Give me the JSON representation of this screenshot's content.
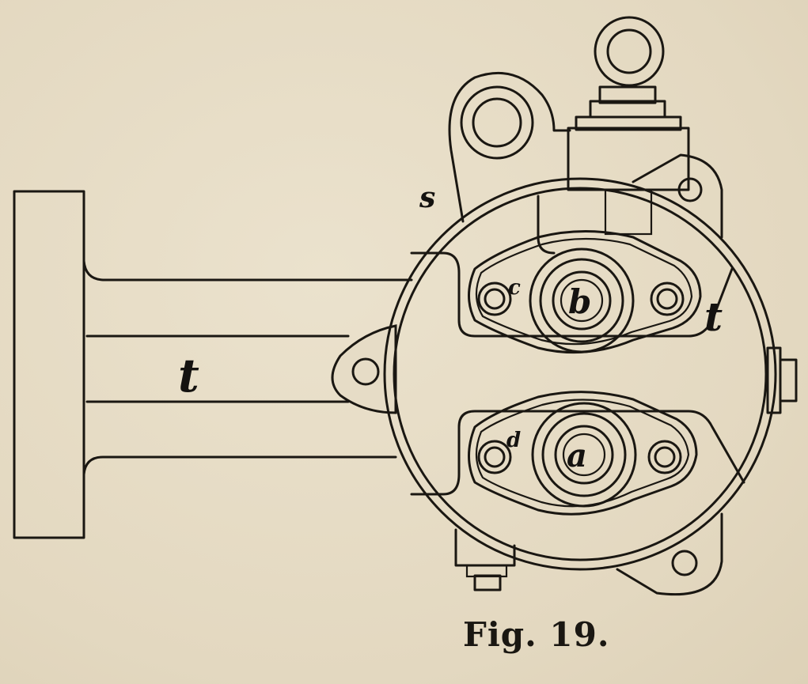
{
  "figure": {
    "caption": "Fig. 19."
  },
  "labels": {
    "arm": "t",
    "right_side": "t",
    "upper_port": "b",
    "lower_port": "a",
    "upper_small": "c",
    "lower_small": "d",
    "housing_mark": "s"
  }
}
